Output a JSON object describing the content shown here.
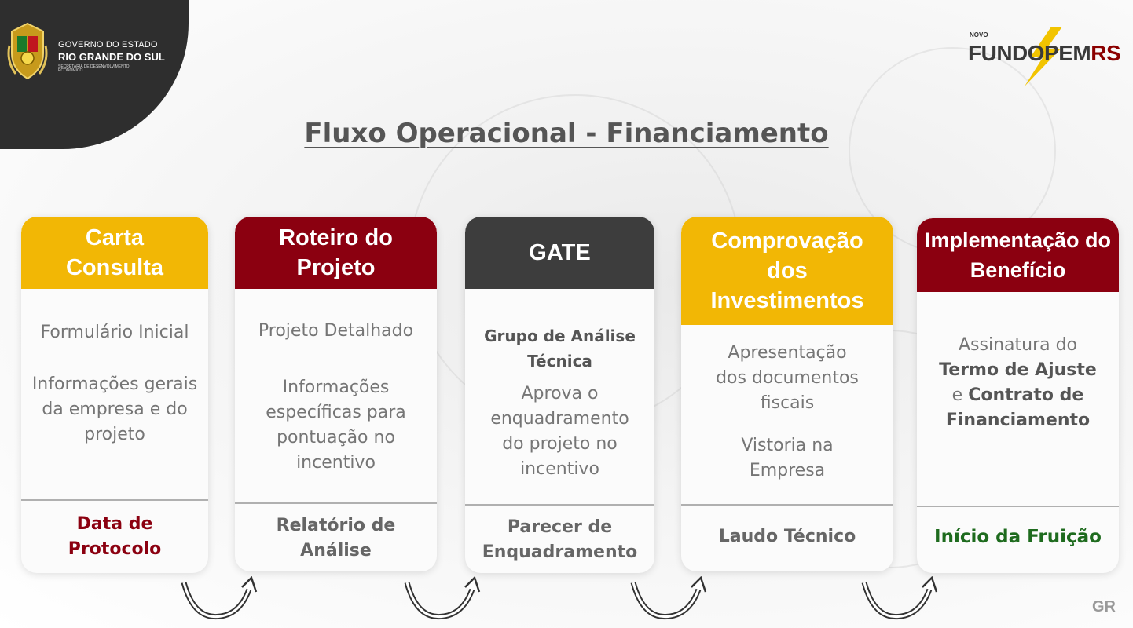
{
  "header": {
    "gov_line1": "GOVERNO DO ESTADO",
    "gov_line2": "RIO GRANDE DO SUL",
    "gov_line3": "SECRETARIA DE DESENVOLVIMENTO ECONÔMICO",
    "logo_novo": "NOVO",
    "logo_name": "FUNDOPEM",
    "logo_suffix": "RS"
  },
  "title": "Fluxo Operacional - Financiamento",
  "colors": {
    "yellow": "#f2b705",
    "dark_red": "#8b0010",
    "dark_gray": "#3d3d3d",
    "green": "#1e6b1e"
  },
  "steps": [
    {
      "header": "Carta Consulta",
      "body": [
        "Formulário Inicial",
        "Informações gerais da empresa e do projeto"
      ],
      "footer": "Data de Protocolo"
    },
    {
      "header": "Roteiro do Projeto",
      "body": [
        "Projeto Detalhado",
        "Informações específicas para pontuação no incentivo"
      ],
      "footer": "Relatório de Análise"
    },
    {
      "header": "GATE",
      "body_bold": "Grupo de Análise Técnica",
      "body": [
        "Aprova o enquadramento do projeto no incentivo"
      ],
      "footer": "Parecer de Enquadramento"
    },
    {
      "header": "Comprovação dos Investimentos",
      "body": [
        "Apresentação dos documentos fiscais",
        "Vistoria na Empresa"
      ],
      "footer": "Laudo Técnico"
    },
    {
      "header": "Implementação do Benefício",
      "body_parts": [
        "Assinatura do",
        "Termo de Ajuste",
        "e",
        "Contrato de Financiamento"
      ],
      "footer": "Início da Fruição"
    }
  ],
  "watermark": "GR"
}
